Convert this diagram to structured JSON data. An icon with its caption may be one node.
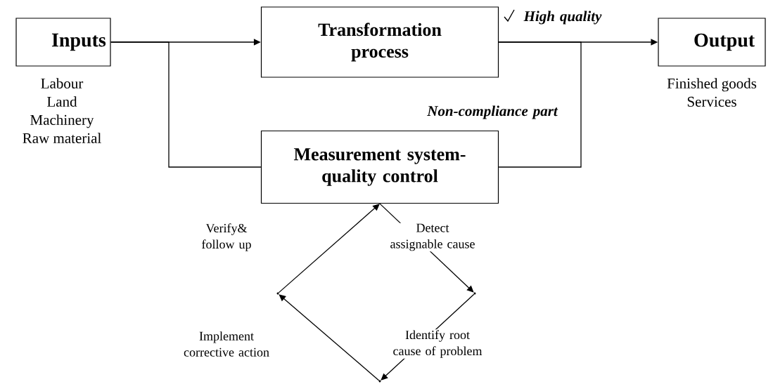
{
  "diagram": {
    "nodes": [
      {
        "text": [
          "Inputs"
        ],
        "beside": [
          "Labour",
          "Land",
          "Machinery",
          "Raw material"
        ]
      },
      {
        "text": [
          "Transformation process"
        ]
      },
      {
        "text": [
          "Measurement system- quality control"
        ]
      },
      {
        "text": [
          "Output"
        ],
        "beside": [
          "Finished goods",
          "Services"
        ]
      },
      {
        "text": [],
        "shape": "point"
      },
      {
        "text": [],
        "shape": "point"
      },
      {
        "text": [],
        "shape": "point"
      }
    ],
    "edges": [
      {
        "from": 0,
        "to": 1,
        "arrow": "to"
      },
      {
        "from": 0,
        "to": 2,
        "arrow": "none"
      },
      {
        "from": 1,
        "to": 3,
        "arrow": "to",
        "label": "High quality"
      },
      {
        "from": 1,
        "to": 2,
        "arrow": "none",
        "label": "Non-compliance part"
      },
      {
        "from": 2,
        "to": 4,
        "arrow": "to",
        "label": "Detect assignable cause"
      },
      {
        "from": 4,
        "to": 5,
        "arrow": "to",
        "label": "Identify root cause of problem"
      },
      {
        "from": 5,
        "to": 6,
        "arrow": "to",
        "label": "Implement corrective action"
      },
      {
        "from": 6,
        "to": 2,
        "arrow": "to",
        "label": "Verify& follow up"
      }
    ]
  }
}
